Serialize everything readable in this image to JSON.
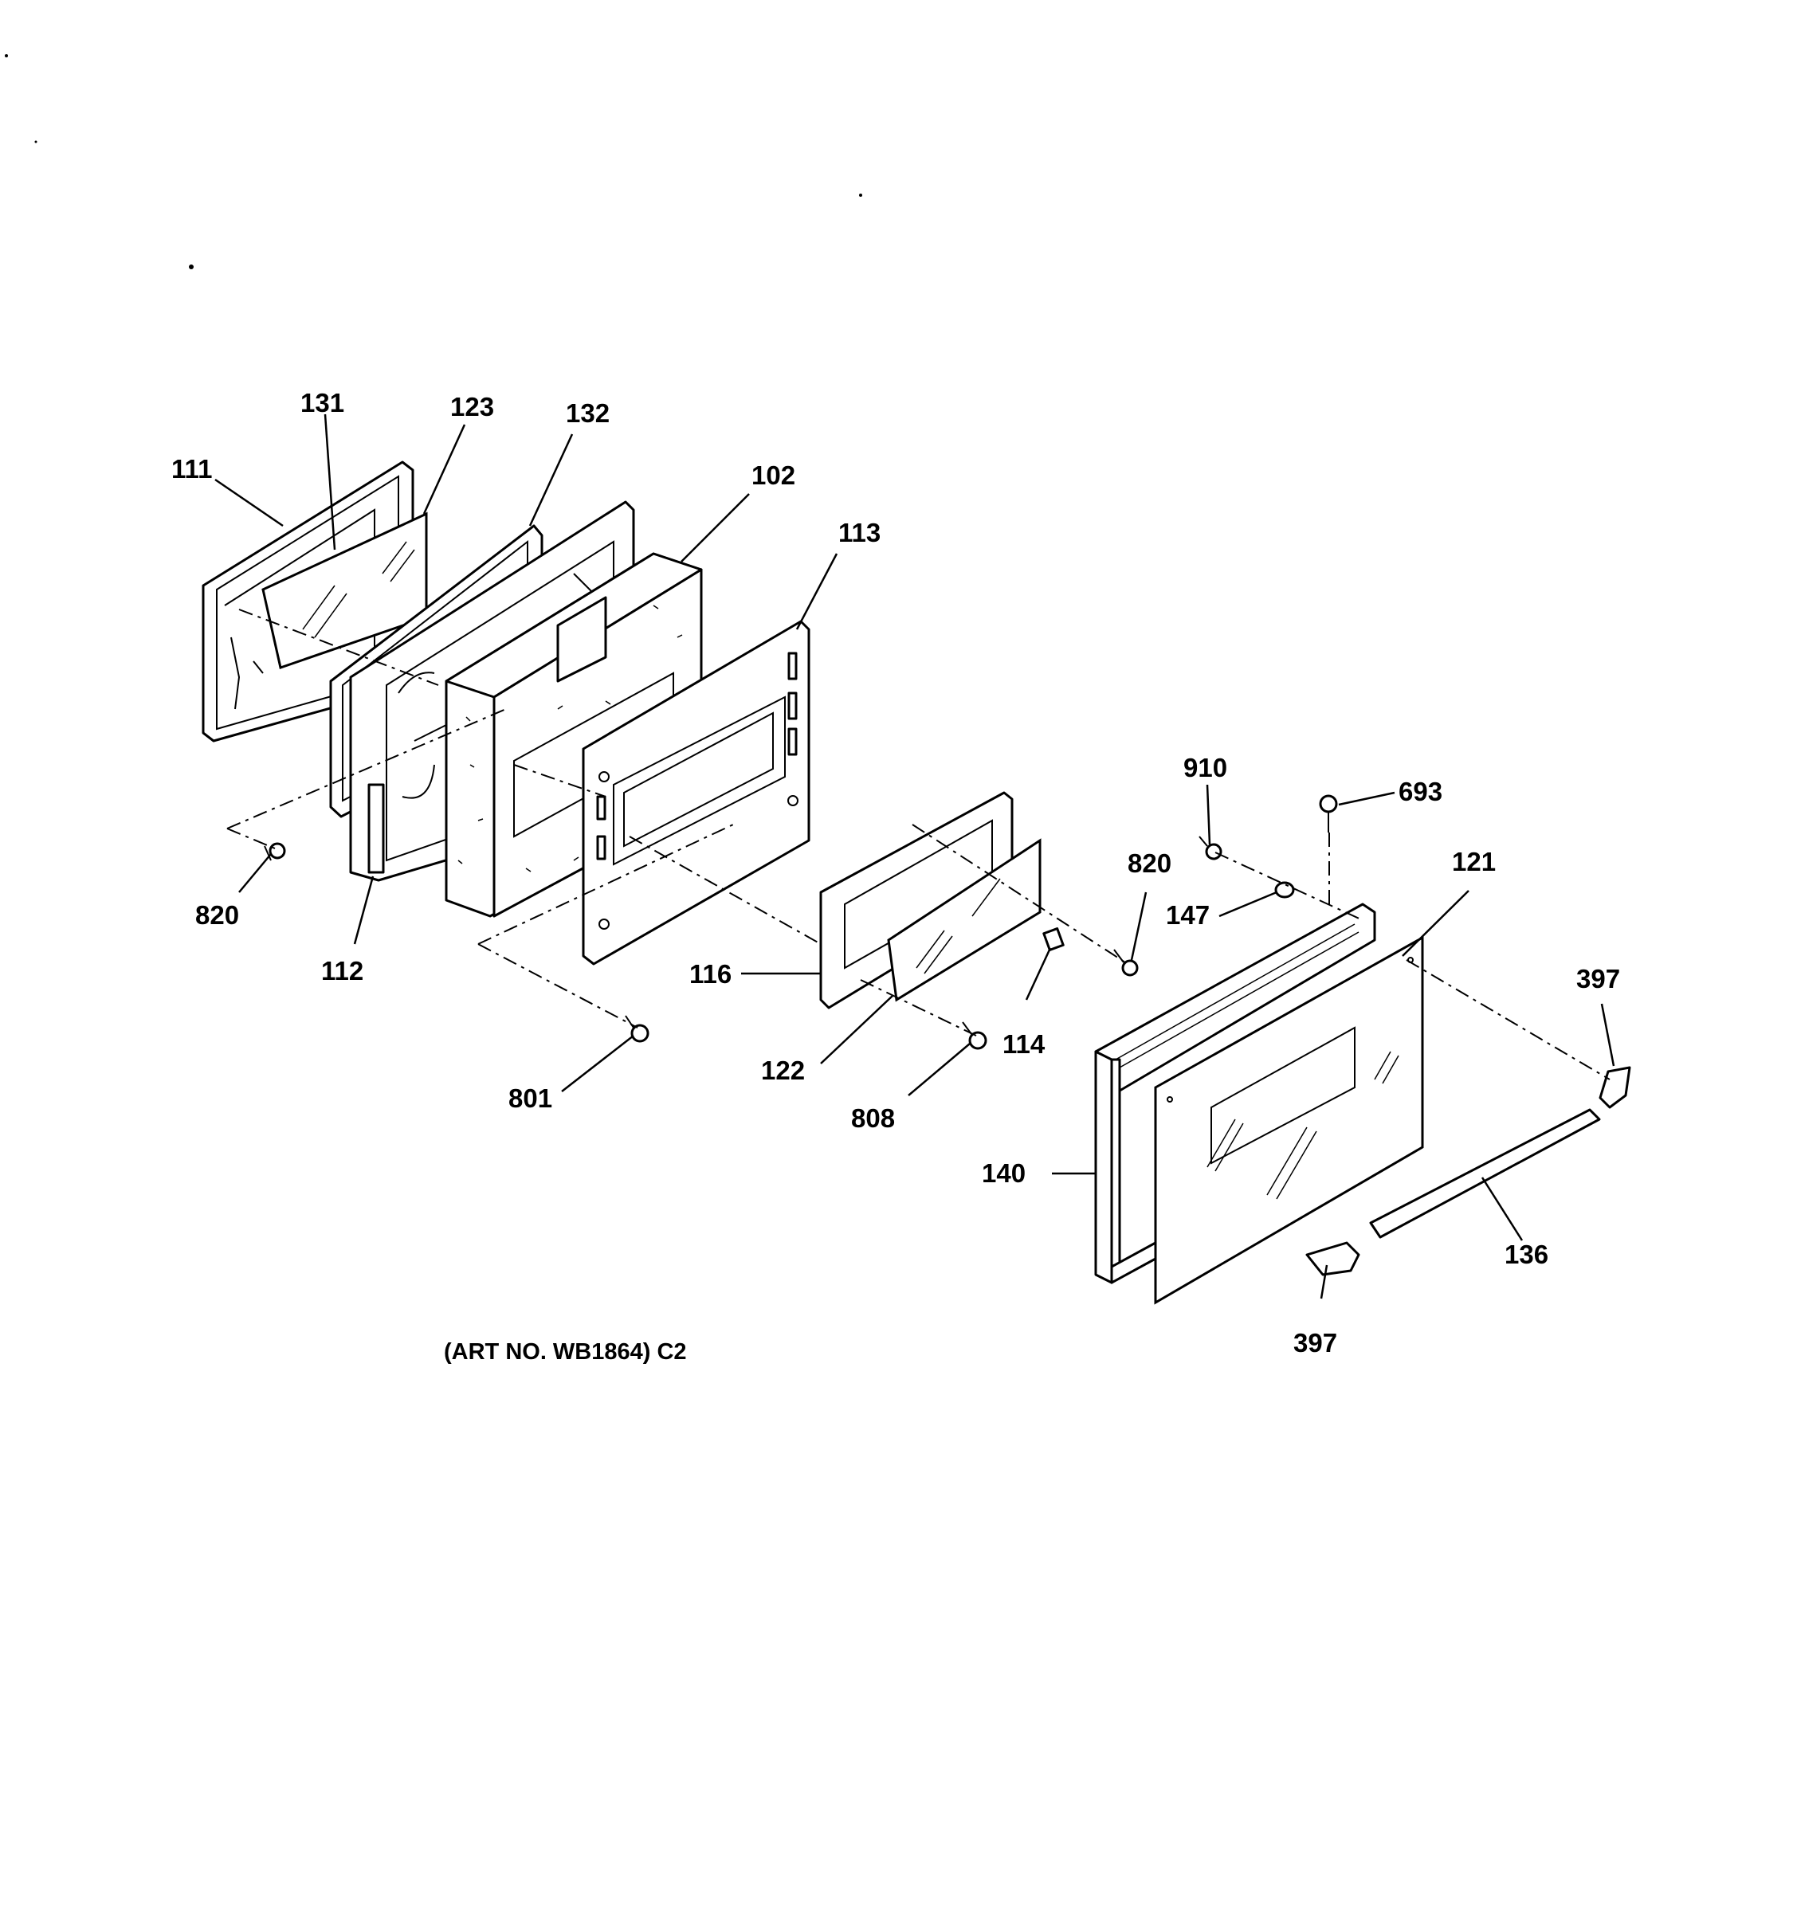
{
  "diagram": {
    "caption": "(ART NO. WB1864) C2",
    "callouts": [
      {
        "id": "111",
        "text": "111"
      },
      {
        "id": "131",
        "text": "131"
      },
      {
        "id": "123",
        "text": "123"
      },
      {
        "id": "132",
        "text": "132"
      },
      {
        "id": "102",
        "text": "102"
      },
      {
        "id": "113",
        "text": "113"
      },
      {
        "id": "820a",
        "text": "820"
      },
      {
        "id": "112",
        "text": "112"
      },
      {
        "id": "116",
        "text": "116"
      },
      {
        "id": "801",
        "text": "801"
      },
      {
        "id": "122",
        "text": "122"
      },
      {
        "id": "808",
        "text": "808"
      },
      {
        "id": "114",
        "text": "114"
      },
      {
        "id": "820b",
        "text": "820"
      },
      {
        "id": "910",
        "text": "910"
      },
      {
        "id": "693",
        "text": "693"
      },
      {
        "id": "147",
        "text": "147"
      },
      {
        "id": "121",
        "text": "121"
      },
      {
        "id": "397a",
        "text": "397"
      },
      {
        "id": "140",
        "text": "140"
      },
      {
        "id": "136",
        "text": "136"
      },
      {
        "id": "397b",
        "text": "397"
      }
    ]
  }
}
